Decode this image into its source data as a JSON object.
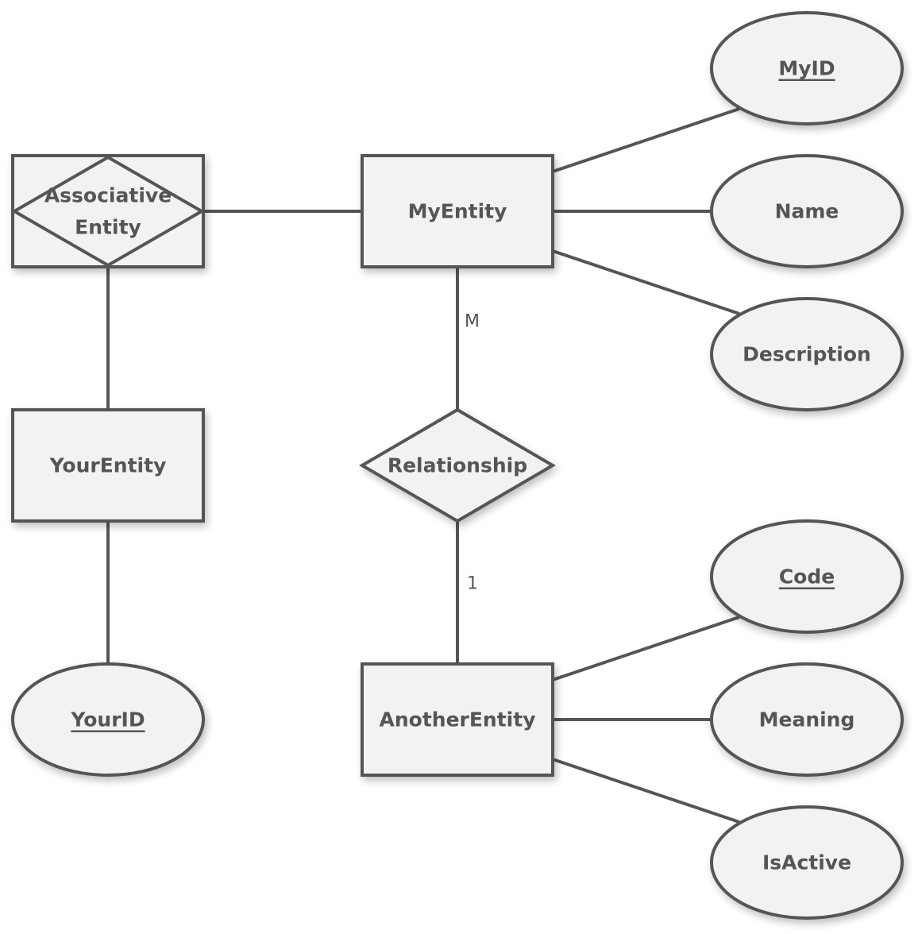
{
  "diagram": {
    "type": "entity-relationship",
    "colors": {
      "stroke": "#555555",
      "fill": "#f2f2f2",
      "text": "#555555",
      "background": "#ffffff"
    },
    "entities": [
      {
        "id": "myentity",
        "label": "MyEntity"
      },
      {
        "id": "associative",
        "label_line1": "Associative",
        "label_line2": "Entity",
        "kind": "associative-entity"
      },
      {
        "id": "yourentity",
        "label": "YourEntity"
      },
      {
        "id": "anotherentity",
        "label": "AnotherEntity"
      }
    ],
    "relationships": [
      {
        "id": "relationship",
        "label": "Relationship",
        "from": "myentity",
        "to": "anotherentity",
        "from_cardinality": "M",
        "to_cardinality": "1"
      }
    ],
    "attributes": [
      {
        "id": "myid",
        "label": "MyID",
        "entity": "myentity",
        "is_key": true
      },
      {
        "id": "name",
        "label": "Name",
        "entity": "myentity",
        "is_key": false
      },
      {
        "id": "description",
        "label": "Description",
        "entity": "myentity",
        "is_key": false
      },
      {
        "id": "code",
        "label": "Code",
        "entity": "anotherentity",
        "is_key": true
      },
      {
        "id": "meaning",
        "label": "Meaning",
        "entity": "anotherentity",
        "is_key": false
      },
      {
        "id": "isactive",
        "label": "IsActive",
        "entity": "anotherentity",
        "is_key": false
      },
      {
        "id": "yourid",
        "label": "YourID",
        "entity": "yourentity",
        "is_key": true
      }
    ],
    "links": [
      {
        "from": "associative",
        "to": "myentity"
      },
      {
        "from": "associative",
        "to": "yourentity"
      },
      {
        "from": "yourentity",
        "to": "yourid"
      }
    ],
    "cardinality": {
      "m_label": "M",
      "one_label": "1"
    }
  }
}
